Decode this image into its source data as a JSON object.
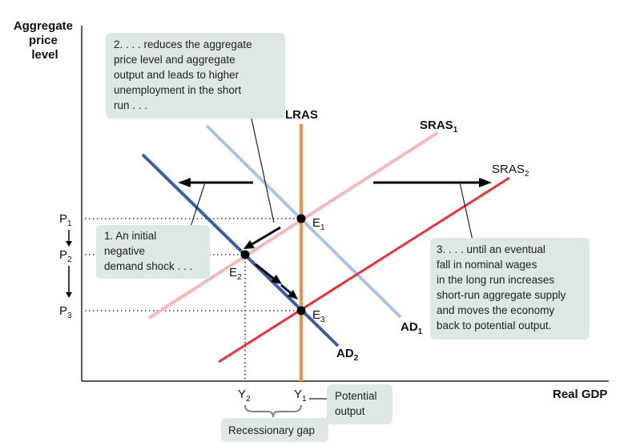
{
  "axes": {
    "y_title": [
      "Aggregate",
      "price",
      "level"
    ],
    "x_title": "Real GDP"
  },
  "curves": {
    "lras": "LRAS",
    "sras1": {
      "main": "SRAS",
      "sub": "1"
    },
    "sras2": {
      "main": "SRAS",
      "sub": "2"
    },
    "ad1": {
      "main": "AD",
      "sub": "1"
    },
    "ad2": {
      "main": "AD",
      "sub": "2"
    }
  },
  "points": {
    "e1": {
      "main": "E",
      "sub": "1"
    },
    "e2": {
      "main": "E",
      "sub": "2"
    },
    "e3": {
      "main": "E",
      "sub": "3"
    }
  },
  "price_levels": {
    "p1": {
      "main": "P",
      "sub": "1"
    },
    "p2": {
      "main": "P",
      "sub": "2"
    },
    "p3": {
      "main": "P",
      "sub": "3"
    }
  },
  "output_levels": {
    "y1": {
      "main": "Y",
      "sub": "1"
    },
    "y2": {
      "main": "Y",
      "sub": "2"
    }
  },
  "callouts": {
    "step1": [
      "1. An initial",
      "negative",
      "demand shock . . ."
    ],
    "step2": [
      "2. . . . reduces the aggregate",
      "price level and aggregate",
      "output and leads to higher",
      "unemployment in the short",
      "run . . ."
    ],
    "step3": [
      "3. . . . until an eventual",
      "fall in nominal wages",
      "in the long run increases",
      "short-run aggregate supply",
      "and moves the economy",
      "back to potential output."
    ],
    "potential": [
      "Potential",
      "output"
    ],
    "gap": "Recessionary gap"
  },
  "colors": {
    "lras": "#f0904a",
    "sras1": "#f5b8b8",
    "sras2": "#e8333a",
    "ad1": "#a9c4e4",
    "ad2": "#3b5ca8",
    "callout_fill": "#dde8e4",
    "axis": "#222222"
  }
}
